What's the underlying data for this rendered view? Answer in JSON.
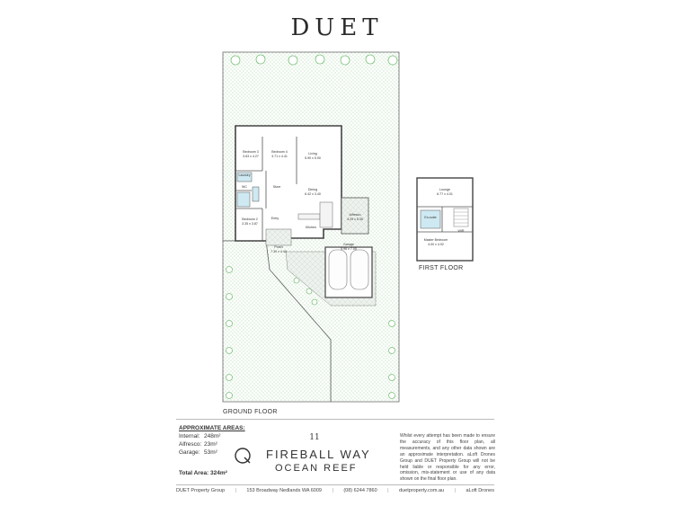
{
  "brand": "DUET",
  "floors": {
    "ground_label": "GROUND FLOOR",
    "first_label": "FIRST FLOOR"
  },
  "rooms_ground": {
    "bed3_name": "Bedroom 3",
    "bed3_size": "3.63 x 4.27",
    "bed4_name": "Bedroom 4",
    "bed4_size": "3.71 x 4.41",
    "living_name": "Living",
    "living_size": "5.90 x 5.90",
    "laundry": "Laundry",
    "wc": "WC",
    "store": "Store",
    "dining_name": "Dining",
    "dining_size": "6.42 x 3.40",
    "alfresco_name": "Alfresco",
    "alfresco_size": "4.29 x 5.35",
    "bed2_name": "Bedroom 2",
    "bed2_size": "3.35 x 3.87",
    "entry": "Entry",
    "kitchen": "Kitchen",
    "porch_name": "Porch",
    "porch_size": "7.30 x 4.40",
    "garage_name": "Garage",
    "garage_size": "5.96 x 7.05"
  },
  "rooms_first": {
    "lounge_name": "Lounge",
    "lounge_size": "6.77 x 4.01",
    "ensuite": "En-suite",
    "wir": "WIR",
    "master_name": "Master Bedroom",
    "master_size": "4.00 x 4.92"
  },
  "areas": {
    "title": "APPROXIMATE AREAS:",
    "internal_label": "Internal:",
    "internal_value": "248m²",
    "alfresco_label": "Alfresco:",
    "alfresco_value": "23m²",
    "garage_label": "Garage:",
    "garage_value": "53m²",
    "total": "Total Area: 324m²"
  },
  "address": {
    "number": "11",
    "street": "FIREBALL WAY",
    "suburb": "OCEAN REEF"
  },
  "disclaimer": "Whilst every attempt has been made to ensure the accuracy of this floor plan, all measurements, and any other data shown are an approximate interpretation. aLoft Drones Group and DUET Property Group will not be held liable or responsible for any error, omission, mis-statement or use of any data shown on the final floor plan.",
  "footer": {
    "company": "DUET Property Group",
    "address": "153 Broadway Nedlands WA 6009",
    "phone": "(08) 6244 7860",
    "website": "duetproperty.com.au",
    "credit": "aLoft Drones"
  }
}
